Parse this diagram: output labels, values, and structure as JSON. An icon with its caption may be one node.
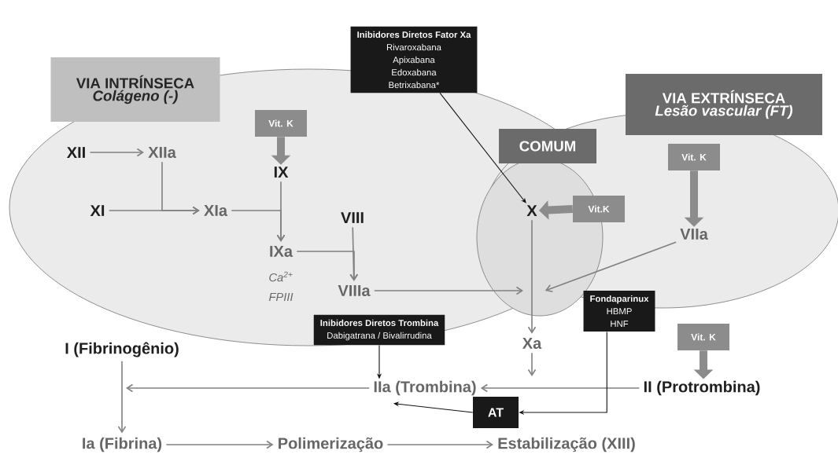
{
  "diagram": {
    "nodes": [
      {
        "text": [
          "VIA INTRÍNSECA",
          "Colágeno (-)"
        ]
      },
      {
        "text": [
          "XII"
        ]
      },
      {
        "text": [
          "XIIa"
        ]
      },
      {
        "text": [
          "XI"
        ]
      },
      {
        "text": [
          "XIa"
        ]
      },
      {
        "text": [
          "Vit. K"
        ]
      },
      {
        "text": [
          "IX"
        ]
      },
      {
        "text": [
          "VIII"
        ]
      },
      {
        "text": [
          "IXa"
        ],
        "beside": [
          "Ca$^{2+}$",
          "FPIII"
        ]
      },
      {
        "text": [
          "VIIIa"
        ]
      },
      {
        "text": [
          "Inibidores Diretos Fator Xa",
          "Rivaroxabana",
          "Apixabana",
          "Edoxabana",
          "Betrixabana*"
        ]
      },
      {
        "text": [
          "COMUM"
        ]
      },
      {
        "text": [
          "VIA EXTRÍNSECA",
          "Lesão vascular (FT)"
        ]
      },
      {
        "text": [
          "X"
        ]
      },
      {
        "text": [
          "Vit.K"
        ]
      },
      {
        "text": [
          "Vit. K"
        ]
      },
      {
        "text": [
          "VIIa"
        ]
      },
      {
        "text": [
          "Inibidores Diretos Trombina",
          "Dabigatrana / Bivalirrudina"
        ]
      },
      {
        "text": [
          "Fondaparinux",
          "HBMP",
          "HNF"
        ]
      },
      {
        "text": [
          "Xa"
        ]
      },
      {
        "text": [
          "Vit. K"
        ]
      },
      {
        "text": [
          "I (Fibrinogênio)"
        ]
      },
      {
        "text": [
          "IIa (Trombina)"
        ]
      },
      {
        "text": [
          "II (Protrombina)"
        ]
      },
      {
        "text": [
          "AT"
        ]
      },
      {
        "text": [
          "Ia (Fibrina)"
        ]
      },
      {
        "text": [
          "Polimerização"
        ]
      },
      {
        "text": [
          "Estabilização (XIII)"
        ]
      }
    ],
    "edges": [
      {
        "from": 1,
        "to": 2,
        "arrow": "to"
      },
      {
        "from": 2,
        "to": 4,
        "arrow": "to"
      },
      {
        "from": 3,
        "to": 4,
        "arrow": "to"
      },
      {
        "from": 4,
        "to": 8,
        "arrow": "to"
      },
      {
        "from": 6,
        "to": 8,
        "arrow": "to"
      },
      {
        "from": 5,
        "to": 6,
        "arrow": "to",
        "style": "thick"
      },
      {
        "from": 8,
        "to": 9,
        "arrow": "to"
      },
      {
        "from": 7,
        "to": 9,
        "arrow": "to"
      },
      {
        "from": 9,
        "to": null,
        "arrow": "to"
      },
      {
        "from": 16,
        "to": null,
        "arrow": "to"
      },
      {
        "from": 10,
        "to": 13,
        "arrow": "to",
        "color": "#111111"
      },
      {
        "from": 14,
        "to": 13,
        "arrow": "to",
        "style": "thick"
      },
      {
        "from": 15,
        "to": 16,
        "arrow": "to",
        "style": "thick"
      },
      {
        "from": 13,
        "to": 19,
        "arrow": "to"
      },
      {
        "from": 19,
        "to": null,
        "arrow": "to"
      },
      {
        "from": 23,
        "to": 22,
        "arrow": "to"
      },
      {
        "from": 20,
        "to": 23,
        "arrow": "to",
        "style": "thick"
      },
      {
        "from": 22,
        "to": null,
        "arrow": "to"
      },
      {
        "from": 21,
        "to": 25,
        "arrow": "to"
      },
      {
        "from": 17,
        "to": 22,
        "arrow": "to",
        "color": "#111111"
      },
      {
        "from": 18,
        "to": 24,
        "arrow": "to",
        "color": "#111111"
      },
      {
        "from": 24,
        "to": 22,
        "arrow": "to",
        "color": "#111111"
      },
      {
        "from": 25,
        "to": 26,
        "arrow": "to"
      },
      {
        "from": 26,
        "to": 27,
        "arrow": "to"
      }
    ]
  }
}
